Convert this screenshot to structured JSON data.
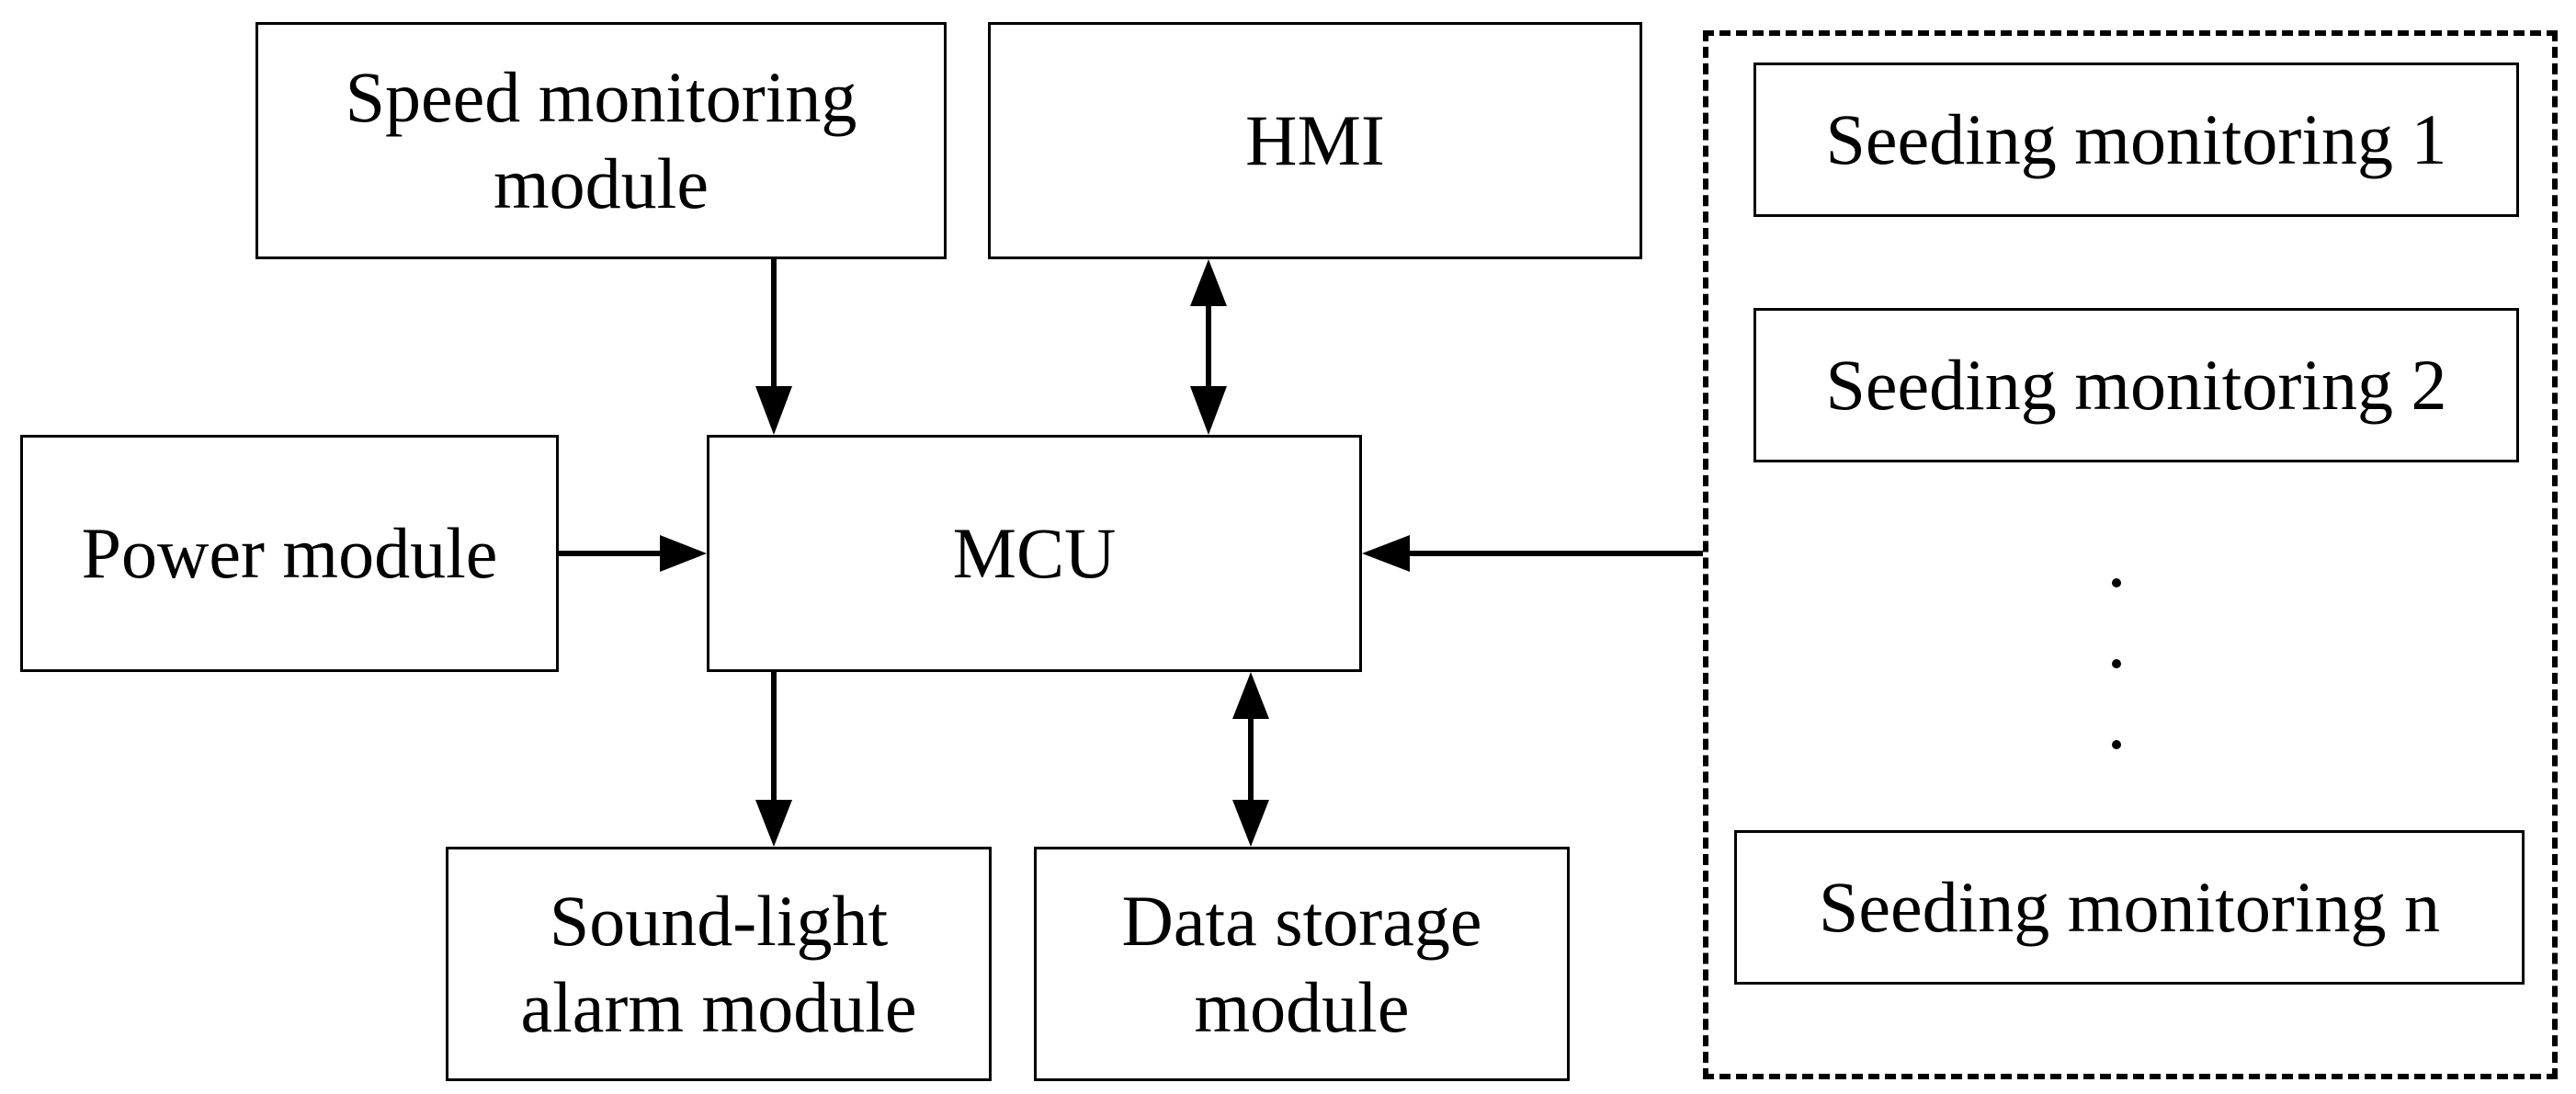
{
  "diagram": {
    "blocks": {
      "speed": "Speed monitoring\nmodule",
      "hmi": "HMI",
      "power": "Power module",
      "mcu": "MCU",
      "alarm": "Sound-light\nalarm module",
      "storage": "Data storage\nmodule"
    },
    "seeding_group": {
      "items": [
        "Seeding monitoring 1",
        "Seeding monitoring 2",
        "Seeding monitoring n"
      ]
    },
    "connections": [
      {
        "from": "speed",
        "to": "mcu",
        "direction": "one-way"
      },
      {
        "from": "hmi",
        "to": "mcu",
        "direction": "two-way"
      },
      {
        "from": "power",
        "to": "mcu",
        "direction": "one-way"
      },
      {
        "from": "seeding_group",
        "to": "mcu",
        "direction": "one-way"
      },
      {
        "from": "mcu",
        "to": "alarm",
        "direction": "one-way"
      },
      {
        "from": "mcu",
        "to": "storage",
        "direction": "two-way"
      }
    ]
  }
}
